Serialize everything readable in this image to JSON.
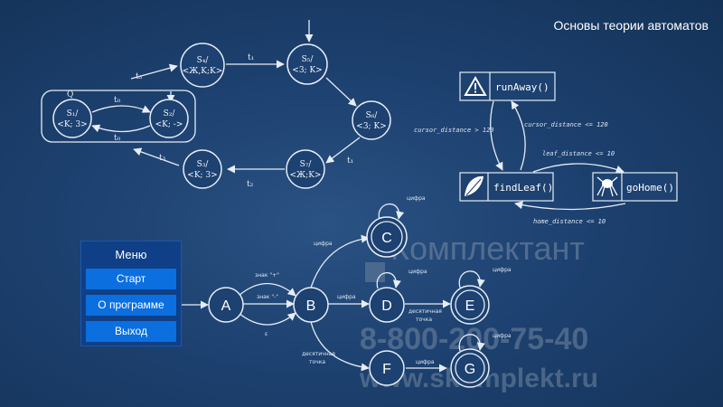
{
  "title": "Основы теории автоматов",
  "menu": {
    "title": "Меню",
    "items": [
      "Старт",
      "О программе",
      "Выход"
    ]
  },
  "automaton1": {
    "group_label": "Q",
    "states": {
      "s1": [
        "S₁/",
        "<K; 3>"
      ],
      "s2": [
        "S₂/",
        "<K; ->"
      ],
      "s3": [
        "S₃/",
        "<K; 3>"
      ],
      "s4": [
        "S₄/",
        "<Ж,K;K>"
      ],
      "s5": [
        "S₅/",
        "<3; K>"
      ],
      "s6": [
        "S₆/",
        "<3; K>"
      ],
      "s7": [
        "S₇/",
        "<Ж;K>"
      ]
    },
    "edges": {
      "t0_top": "t₀",
      "t0_bottom": "t₀",
      "t1_top": "t₁",
      "t1_right": "t₁",
      "t2": "t₂",
      "t3_top": "t₃",
      "t3_bottom": "t₃"
    }
  },
  "behavior": {
    "nodes": [
      "runAway()",
      "findLeaf()",
      "goHome()"
    ],
    "edges": {
      "run_to_find": "cursor_distance > 120",
      "find_to_run": "cursor_distance <= 120",
      "find_to_home": "leaf_distance <= 10",
      "home_to_find": "home_distance <= 10"
    }
  },
  "automaton2": {
    "nodes": [
      "A",
      "B",
      "C",
      "D",
      "E",
      "F",
      "G"
    ],
    "edges": {
      "a_b_plus": "знак \"+\"",
      "a_b_minus": "знак \"-\"",
      "a_b_eps": "ε",
      "b_c": "цифра",
      "b_d": "цифра",
      "b_f": [
        "десятичная",
        "точка"
      ],
      "d_e": [
        "десятичная",
        "точка"
      ],
      "f_g": "цифра",
      "c_loop": "цифра",
      "d_loop": "цифра",
      "e_loop": "цифра",
      "g_loop": "цифра"
    }
  },
  "watermark": {
    "brand": "Комплектант",
    "phone": "8-800-200-75-40",
    "site": "www.skomplekt.ru"
  }
}
